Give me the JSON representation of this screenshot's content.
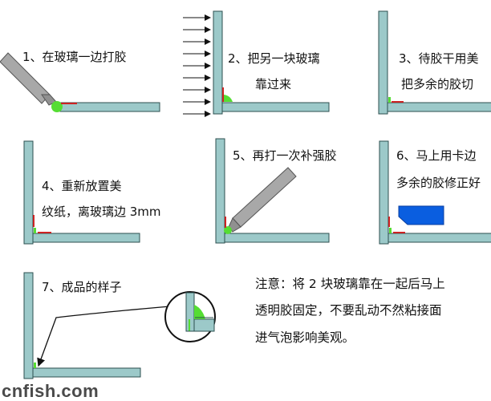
{
  "steps": [
    {
      "number": "1",
      "text": "1、在玻璃一边打胶"
    },
    {
      "number": "2",
      "line1": "2、把另一块玻璃",
      "line2": "靠过来"
    },
    {
      "number": "3",
      "line1": "3、待胶干用美",
      "line2": "把多余的胶切"
    },
    {
      "number": "4",
      "line1": "4、重新放置美",
      "line2": "纹纸，离玻璃边 3mm"
    },
    {
      "number": "5",
      "text": "5、再打一次补强胶"
    },
    {
      "number": "6",
      "line1": "6、马上用卡边",
      "line2": "多余的胶修正好"
    },
    {
      "number": "7",
      "text": "7、成品的样子"
    }
  ],
  "note": {
    "line1": "注意：将 2 块玻璃靠在一起后马上",
    "line2": "透明胶固定，不要乱动不然粘接面",
    "line3": "进气泡影响美观。"
  },
  "watermark": "cnfish.com",
  "colors": {
    "glass_fill": "#9cc9c9",
    "glass_stroke": "#2c4f4f",
    "glue": "#55dd33",
    "tape": "#cc2222",
    "gun": "#a8a8a8",
    "card": "#0a5ee0"
  }
}
